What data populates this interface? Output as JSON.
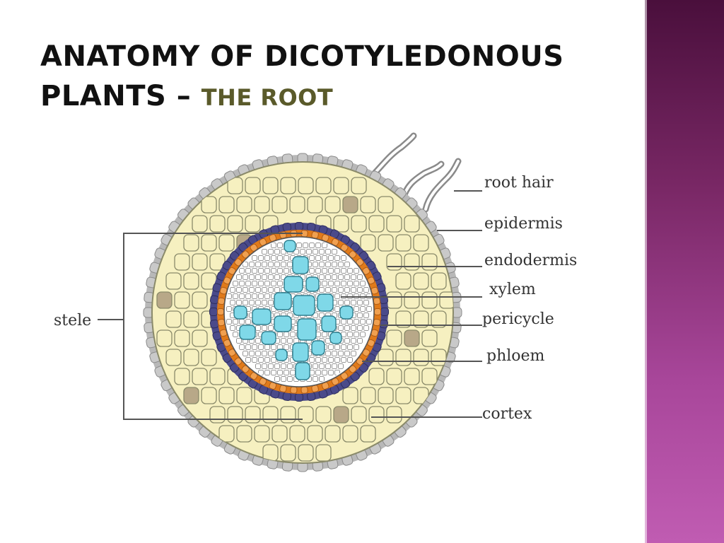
{
  "title": {
    "main": "ANATOMY OF DICOTYLEDONOUS PLANTS –",
    "sub": "THE ROOT"
  },
  "diagram": {
    "labels": {
      "root_hair": "root hair",
      "epidermis": "epidermis",
      "endodermis": "endodermis",
      "xylem": "xylem",
      "pericycle": "pericycle",
      "phloem": "phloem",
      "cortex": "cortex",
      "stele": "stele"
    }
  },
  "colors": {
    "cortex_fill": "#f6f0c0",
    "cell_wall": "#8a8a6a",
    "epidermis": "#b8b8b8",
    "endodermis": "#4a4a8a",
    "pericycle": "#e07a1a",
    "xylem": "#7fd8e8",
    "side_band_top": "#4a0f3c",
    "side_band_bottom": "#c05cb2"
  }
}
